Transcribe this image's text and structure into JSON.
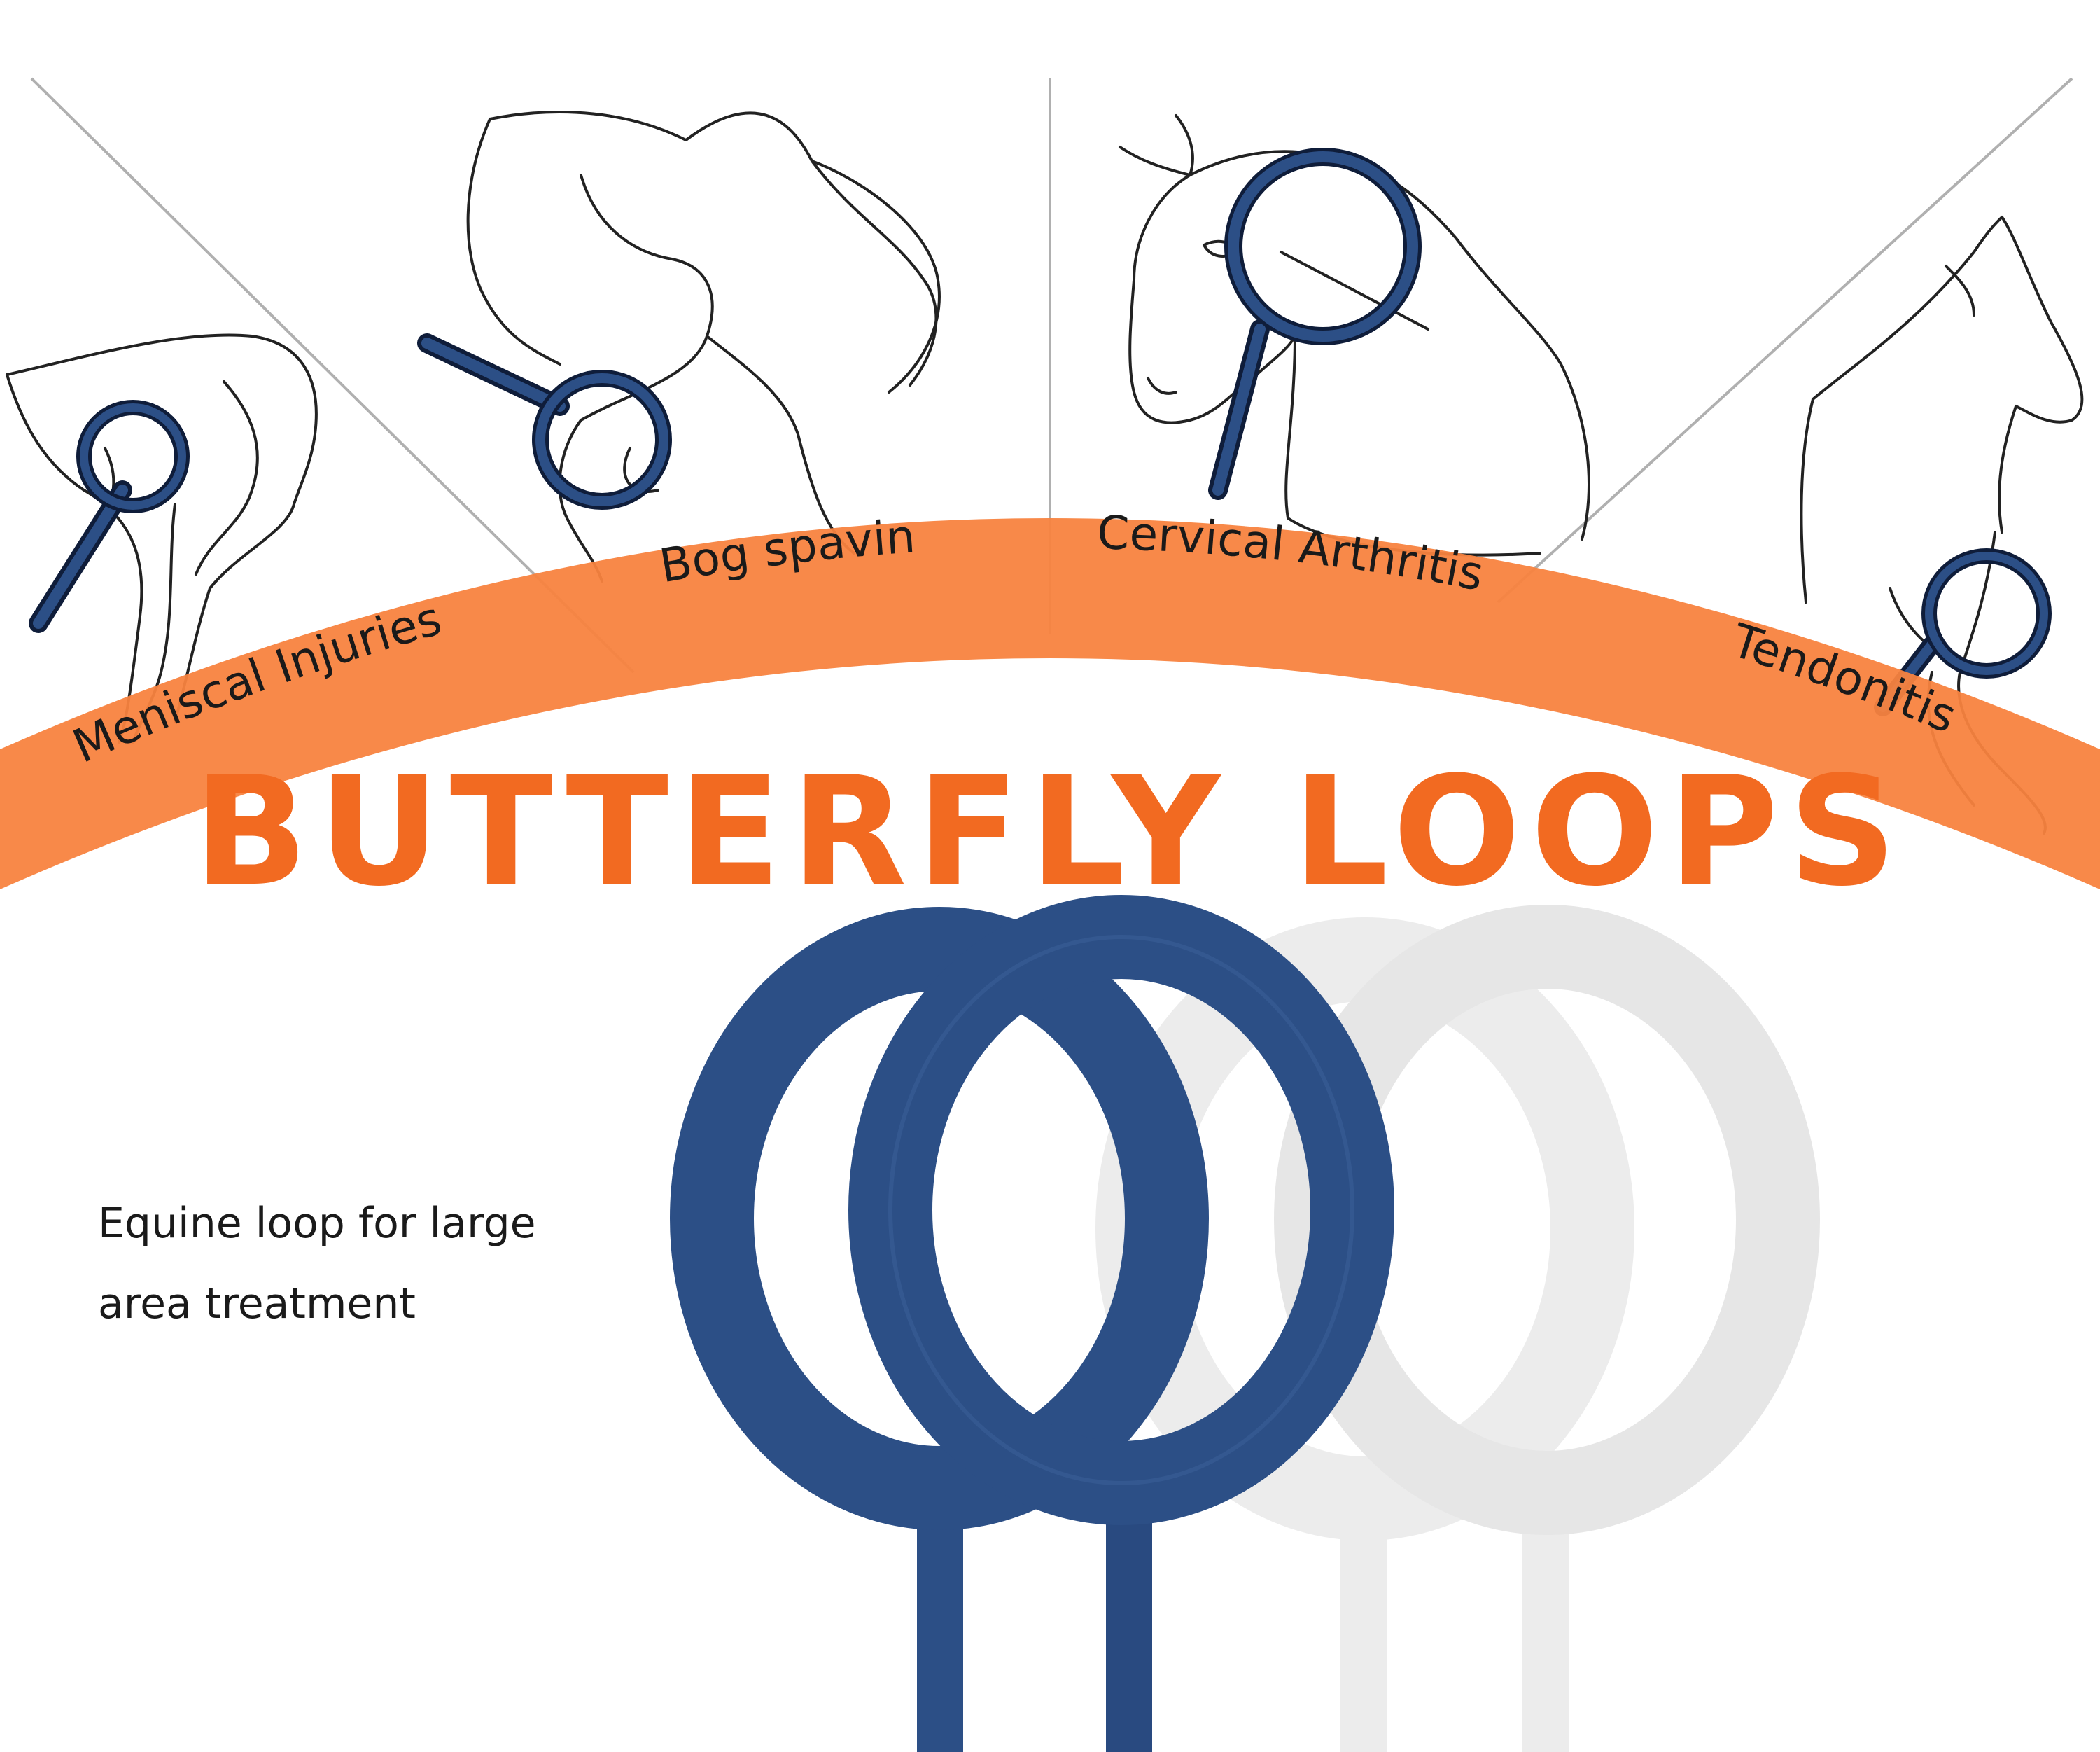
{
  "banner": {
    "labels": [
      "Meniscal Injuries",
      "Bog spavin",
      "Cervical Arthritis",
      "Tendonitis"
    ]
  },
  "product": {
    "title": "BUTTERFLY LOOPS",
    "description_lines": [
      "Equine loop for large",
      "area treatment"
    ]
  },
  "icons": [
    "horse-hindleg-sketch",
    "horse-hock-sketch",
    "horse-head-sketch",
    "horse-leg-sketch",
    "loop-applicator-icon"
  ],
  "colors": {
    "arc": "#f8833f",
    "title": "#f26a21",
    "loop_blue": "#2c4f86",
    "loop_white": "#ececec",
    "divider": "#aaaaaa"
  }
}
